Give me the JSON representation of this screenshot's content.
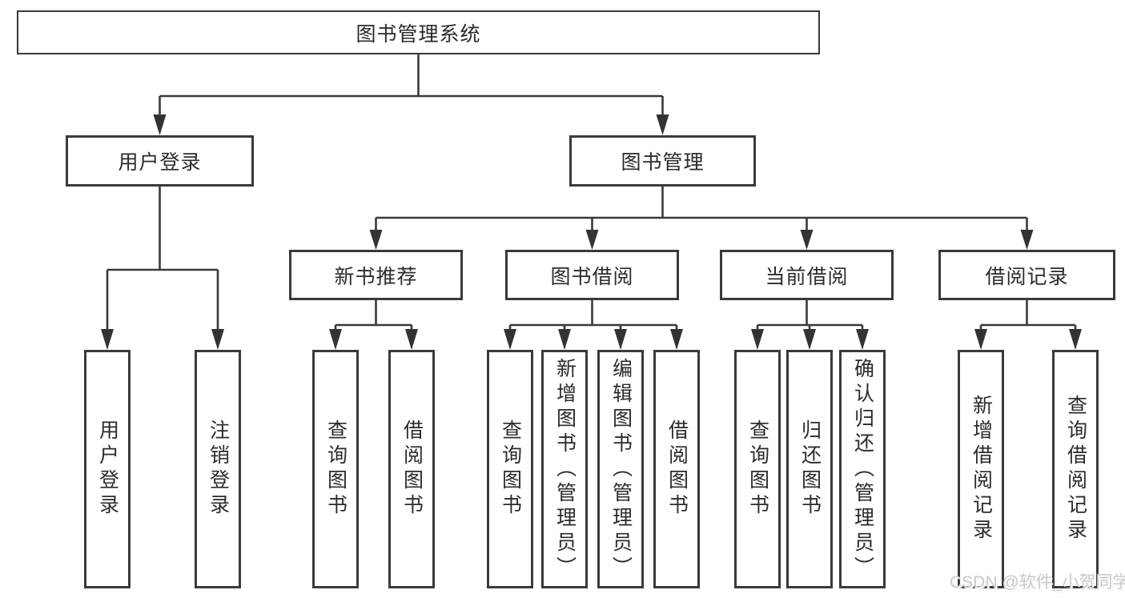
{
  "diagram": {
    "title": "图书管理系统",
    "branches": [
      {
        "label": "用户登录",
        "children": [
          "用户登录",
          "注销登录"
        ]
      },
      {
        "label": "图书管理",
        "modules": [
          {
            "label": "新书推荐",
            "children": [
              "查询图书",
              "借阅图书"
            ]
          },
          {
            "label": "图书借阅",
            "children": [
              "查询图书",
              "新增图书（管理员）",
              "编辑图书（管理员）",
              "借阅图书"
            ]
          },
          {
            "label": "当前借阅",
            "children": [
              "查询图书",
              "归还图书",
              "确认归还（管理员）"
            ]
          },
          {
            "label": "借阅记录",
            "children": [
              "新增借阅记录",
              "查询借阅记录"
            ]
          }
        ]
      }
    ]
  },
  "watermark": {
    "text": "CSDN @软件_小贺同学",
    "color": "#c9c9c9"
  },
  "colors": {
    "line": "#3a3a3a",
    "text": "#2b2b2b",
    "background": "#ffffff"
  }
}
